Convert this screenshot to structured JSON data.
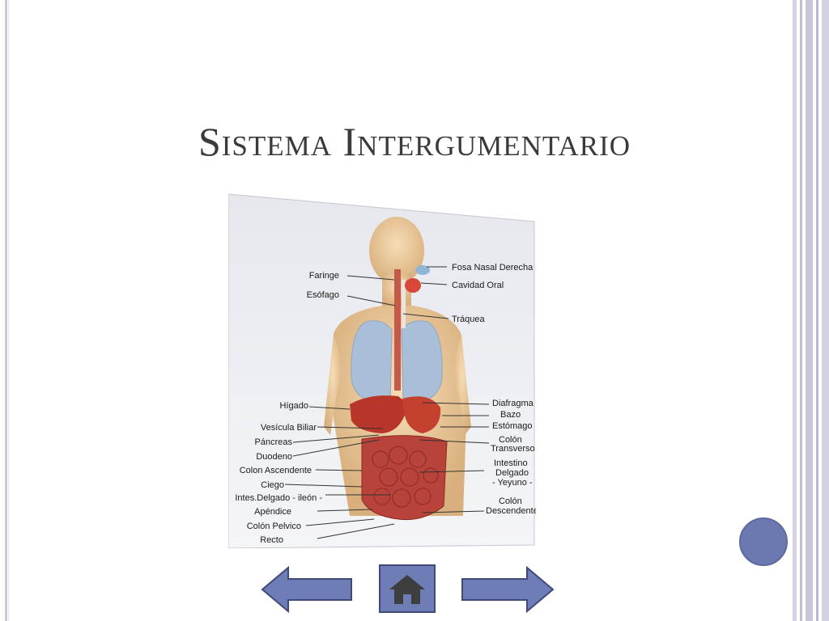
{
  "slide": {
    "title": "Sistema Intergumentario"
  },
  "colors": {
    "accent": "#6b79b0",
    "nav_fill": "#6e7db5",
    "nav_stroke": "#3e4a7a",
    "organ_red": "#b8352a",
    "lung_blue": "#a9bfd8",
    "skin": "#e9c99c"
  },
  "diagram": {
    "labels_right": [
      "Fosa Nasal Derecha",
      "Cavidad Oral",
      "Tráquea",
      "Diafragma",
      "Bazo",
      "Estómago",
      "Colón",
      "Transverso",
      "Intestino",
      "Delgado",
      "- Yeyuno -",
      "Colón",
      "Descendente"
    ],
    "labels_left": [
      "Faringe",
      "Esófago",
      "Hígado",
      "Vesícula Biliar",
      "Páncreas",
      "Duodeno",
      "Colon Ascendente",
      "Ciego",
      "Intes.Delgado - ileón -",
      "Apéndice",
      "Colón Pelvico",
      "Recto"
    ]
  },
  "navigation": {
    "prev_icon": "arrow-left-icon",
    "home_icon": "home-icon",
    "next_icon": "arrow-right-icon"
  }
}
